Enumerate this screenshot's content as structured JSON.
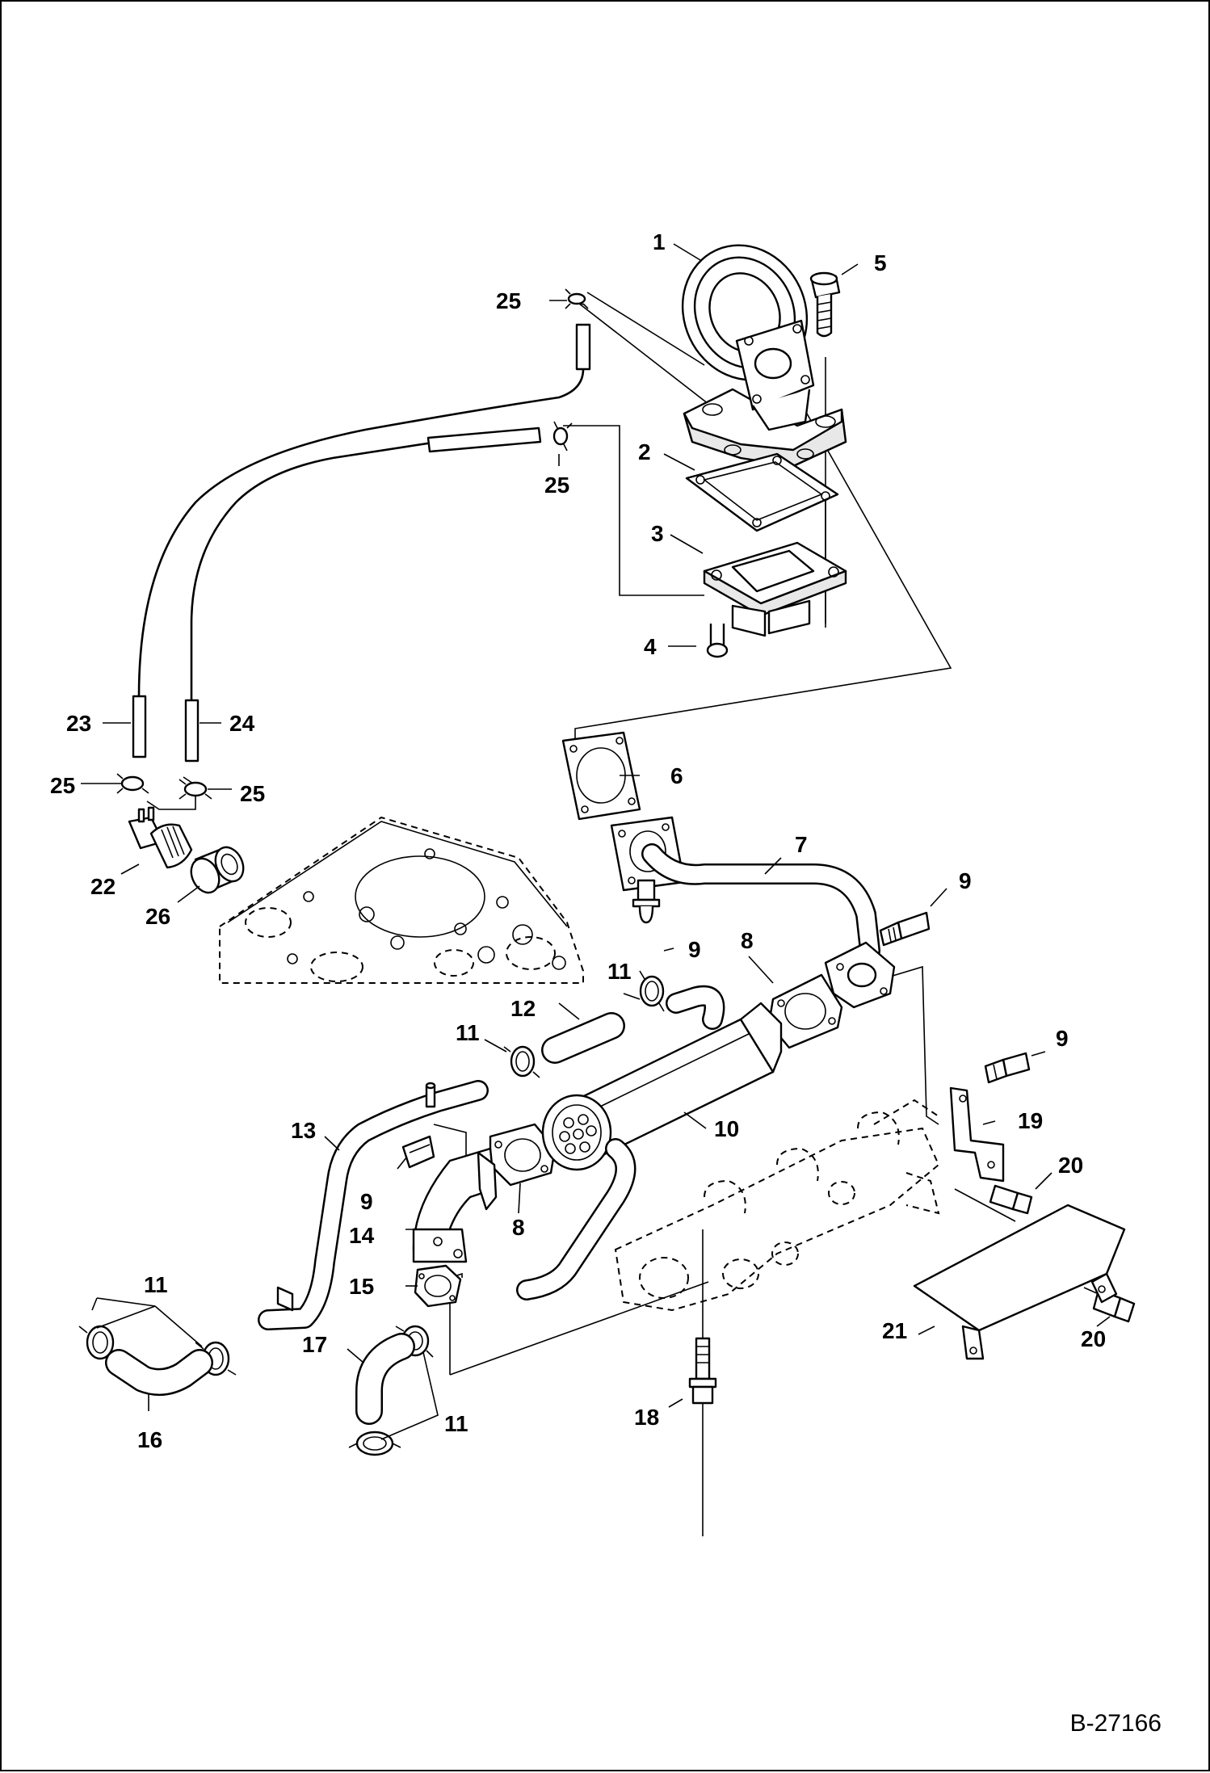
{
  "figure_number": "B-27166",
  "callouts": [
    {
      "id": "c1",
      "label": "1"
    },
    {
      "id": "c2",
      "label": "2"
    },
    {
      "id": "c3",
      "label": "3"
    },
    {
      "id": "c4",
      "label": "4"
    },
    {
      "id": "c5",
      "label": "5"
    },
    {
      "id": "c6",
      "label": "6"
    },
    {
      "id": "c7",
      "label": "7"
    },
    {
      "id": "c8a",
      "label": "8"
    },
    {
      "id": "c8b",
      "label": "8"
    },
    {
      "id": "c9a",
      "label": "9"
    },
    {
      "id": "c9b",
      "label": "9"
    },
    {
      "id": "c9c",
      "label": "9"
    },
    {
      "id": "c9d",
      "label": "9"
    },
    {
      "id": "c10",
      "label": "10"
    },
    {
      "id": "c11a",
      "label": "11"
    },
    {
      "id": "c11b",
      "label": "11"
    },
    {
      "id": "c11c",
      "label": "11"
    },
    {
      "id": "c11d",
      "label": "11"
    },
    {
      "id": "c12",
      "label": "12"
    },
    {
      "id": "c13",
      "label": "13"
    },
    {
      "id": "c14",
      "label": "14"
    },
    {
      "id": "c15",
      "label": "15"
    },
    {
      "id": "c16",
      "label": "16"
    },
    {
      "id": "c17",
      "label": "17"
    },
    {
      "id": "c18",
      "label": "18"
    },
    {
      "id": "c19",
      "label": "19"
    },
    {
      "id": "c20a",
      "label": "20"
    },
    {
      "id": "c20b",
      "label": "20"
    },
    {
      "id": "c21",
      "label": "21"
    },
    {
      "id": "c22",
      "label": "22"
    },
    {
      "id": "c23",
      "label": "23"
    },
    {
      "id": "c24",
      "label": "24"
    },
    {
      "id": "c25a",
      "label": "25"
    },
    {
      "id": "c25b",
      "label": "25"
    },
    {
      "id": "c25c",
      "label": "25"
    },
    {
      "id": "c25d",
      "label": "25"
    },
    {
      "id": "c26",
      "label": "26"
    }
  ]
}
